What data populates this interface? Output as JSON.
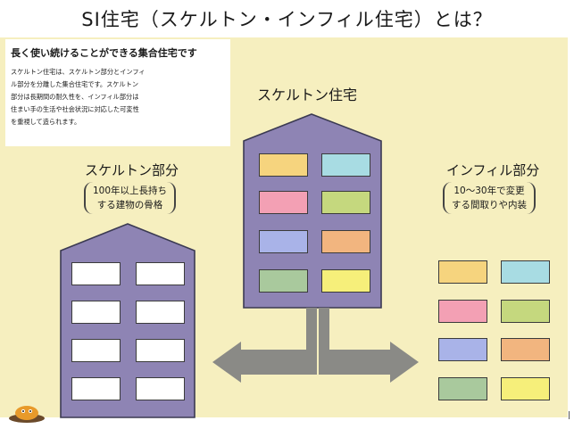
{
  "title": "SI住宅（スケルトン・インフィル住宅）とは？",
  "intro": {
    "heading": "長く使い続けることができる集合住宅です",
    "lines": [
      "スケルトン住宅は、スケルトン部分とインフィ",
      "ル部分を分離した集合住宅です。スケルトン",
      "部分は長期間の耐久性を、インフィル部分は",
      "住まい手の生活や社会状況に対応した可変性",
      "を重視して造られます。"
    ]
  },
  "center_building": {
    "label": "スケルトン住宅"
  },
  "left_building": {
    "label": "スケルトン部分",
    "note_lines": [
      "100年以上長持ち",
      "する建物の骨格"
    ]
  },
  "right_group": {
    "label": "インフィル部分",
    "note_lines": [
      "10〜30年で変更",
      "する間取りや内装"
    ]
  },
  "colors": {
    "building": "#8e84b4",
    "building_outline": "#3b3a52",
    "arrow": "#8a8a86",
    "background": "#f6efbf",
    "infill": [
      "#f6d47e",
      "#a8dce3",
      "#f3a0b4",
      "#c5d87e",
      "#a9b3e8",
      "#f2b57f",
      "#a9c99d",
      "#f6ef7a"
    ]
  },
  "icons": {
    "arrows": "split-arrow-icon",
    "logo": "mascot-logo-icon"
  }
}
